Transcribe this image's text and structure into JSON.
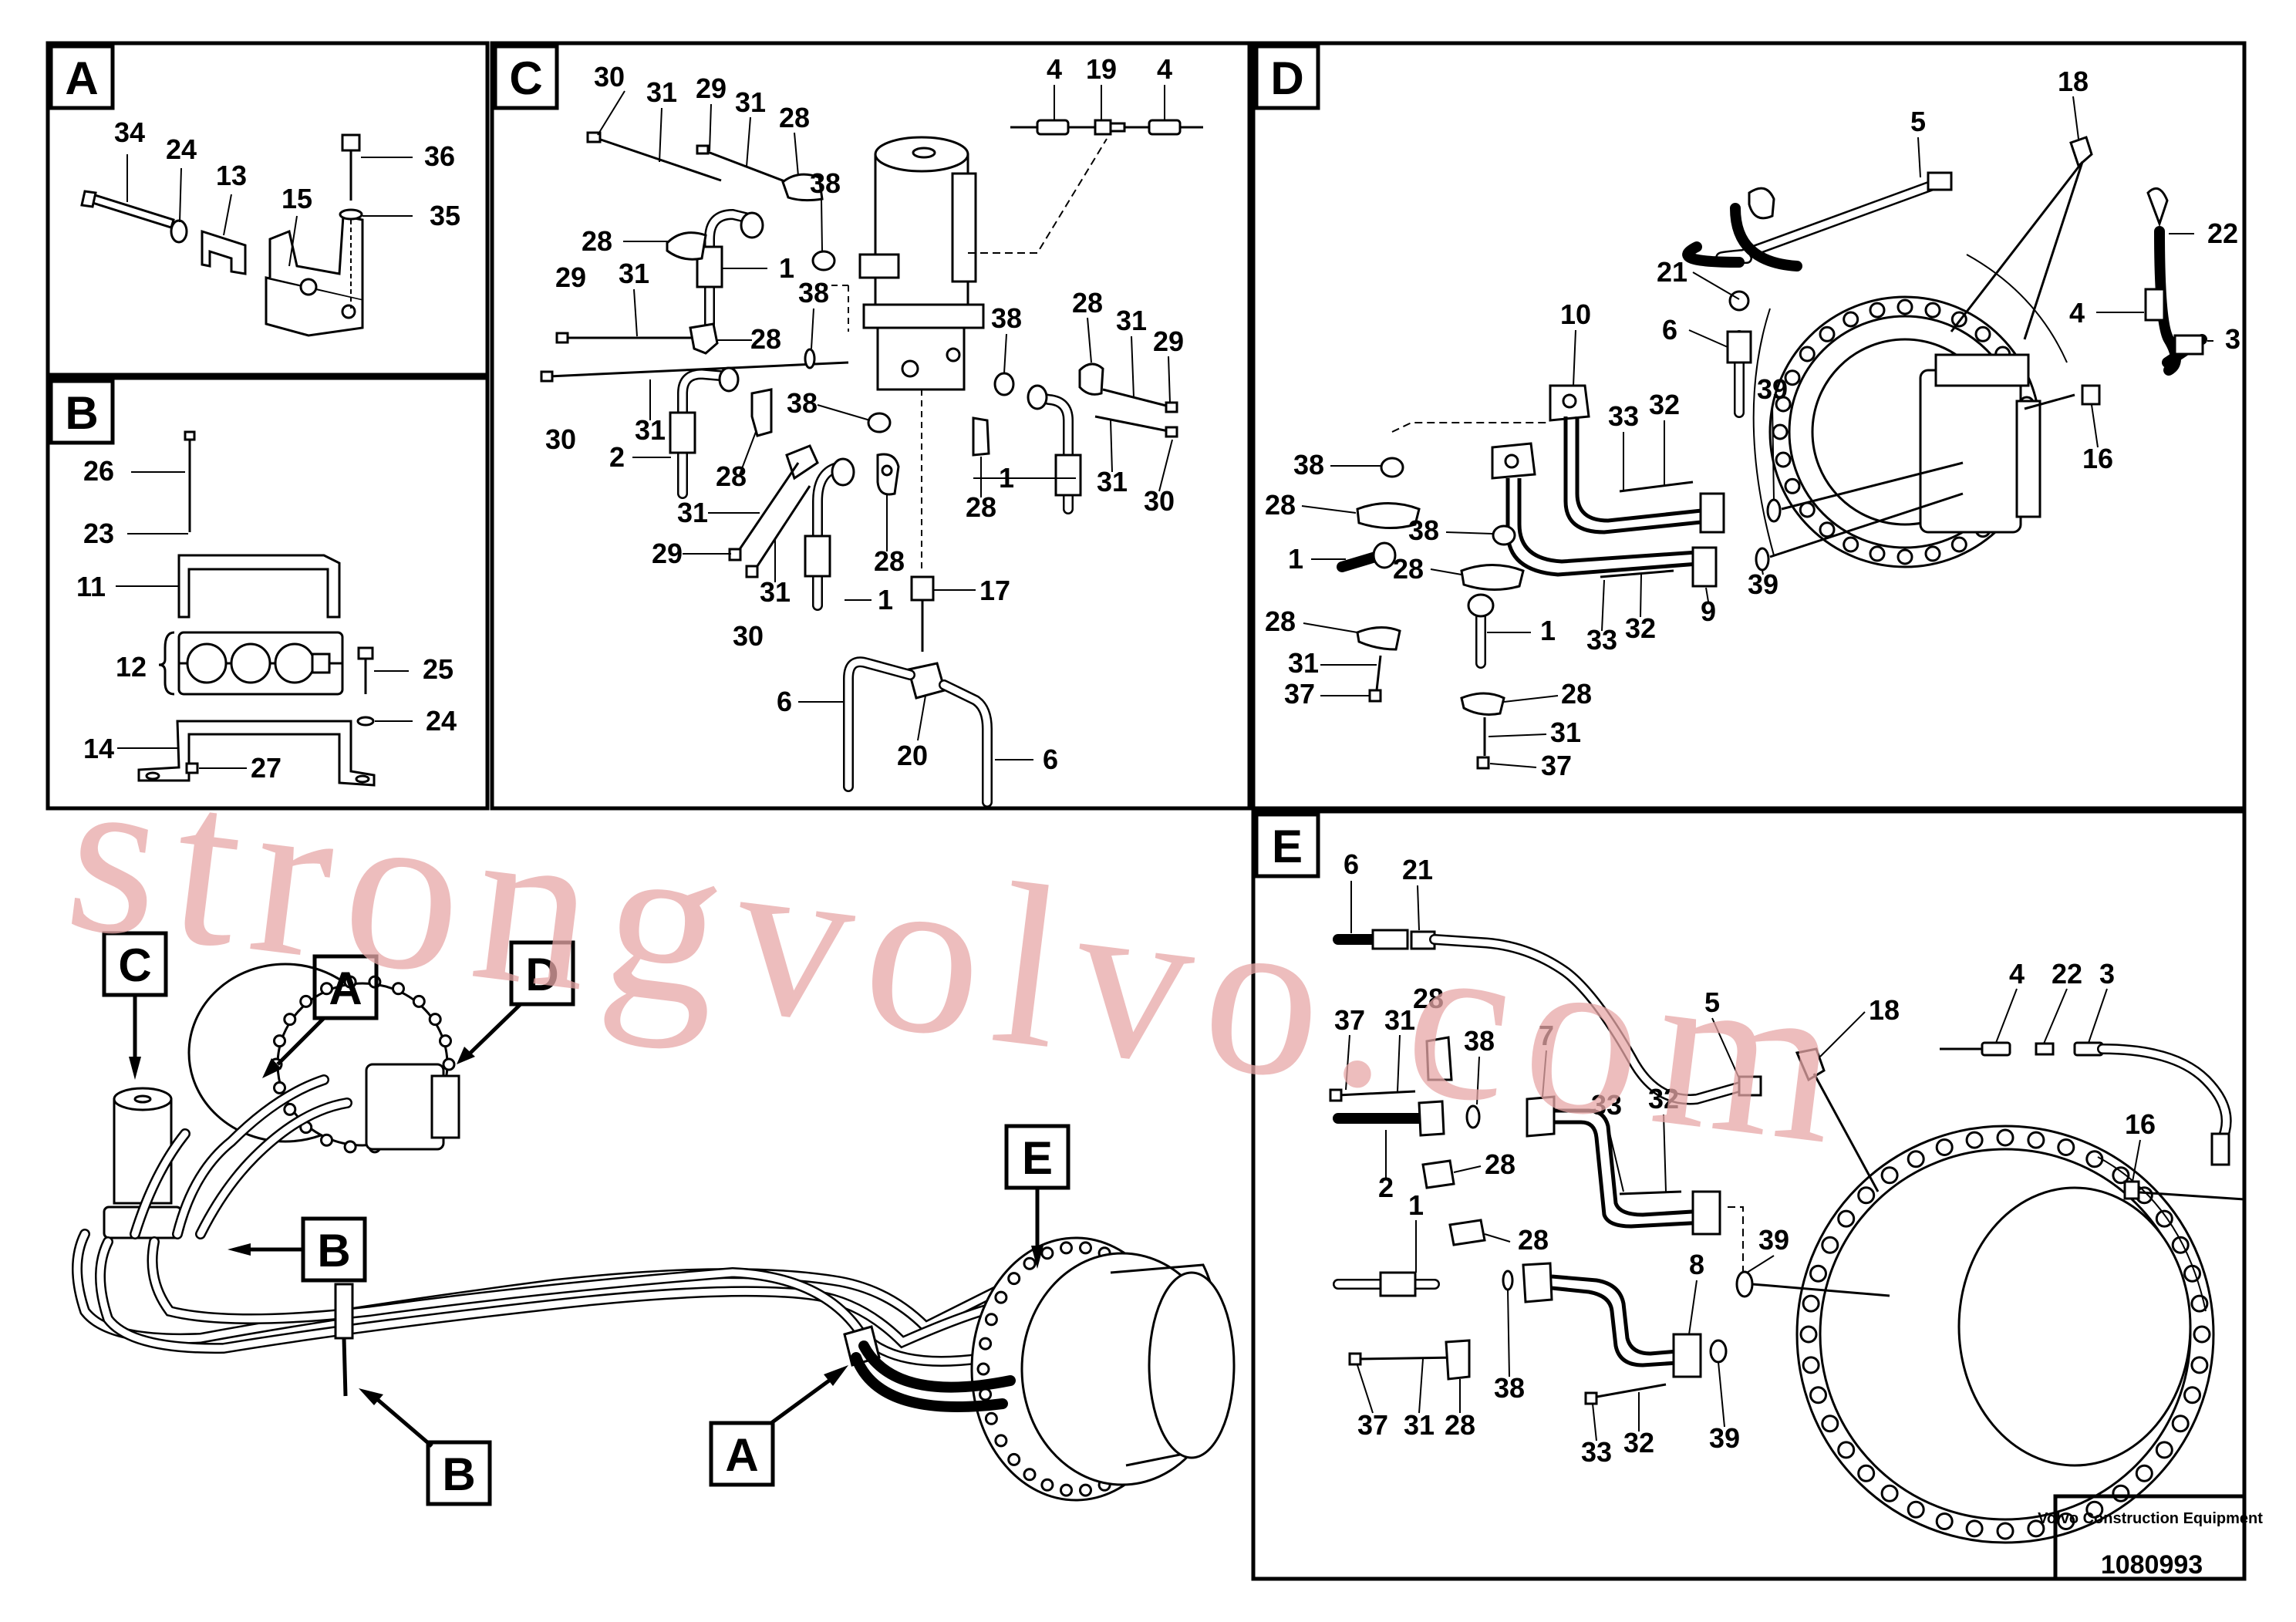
{
  "panels": {
    "A": {
      "letter": "A",
      "labels": {
        "l34": "34",
        "l24": "24",
        "l13": "13",
        "l15": "15",
        "l36": "36",
        "l35": "35"
      }
    },
    "B": {
      "letter": "B",
      "labels": {
        "l26": "26",
        "l23": "23",
        "l11": "11",
        "l12": "12",
        "l25": "25",
        "l24": "24",
        "l14": "14",
        "l27": "27"
      }
    },
    "C": {
      "letter": "C",
      "labels": {
        "a": "30",
        "b": "31",
        "c": "29",
        "d": "31",
        "e": "28",
        "f": "38",
        "g": "4",
        "h": "19",
        "i": "4",
        "j": "28",
        "k": "1",
        "l": "29",
        "m": "31",
        "n": "38",
        "o": "28",
        "p": "38",
        "q": "28",
        "r": "31",
        "s": "29",
        "t": "30",
        "u": "31",
        "v": "2",
        "w": "38",
        "x": "28",
        "y": "1",
        "z": "31",
        "aa": "30",
        "ab": "28",
        "ac": "31",
        "ad": "29",
        "ae": "31",
        "af": "30",
        "ag": "28",
        "ah": "1",
        "ai": "17",
        "aj": "6",
        "ak": "20",
        "al": "6"
      }
    },
    "D": {
      "letter": "D",
      "labels": {
        "a": "18",
        "b": "5",
        "c": "22",
        "d": "21",
        "e": "4",
        "f": "3",
        "g": "10",
        "h": "6",
        "i": "39",
        "j": "33",
        "k": "32",
        "l": "38",
        "m": "16",
        "n": "28",
        "o": "38",
        "p": "1",
        "q": "28",
        "r": "39",
        "s": "9",
        "t": "33",
        "u": "32",
        "v": "28",
        "w": "1",
        "x": "31",
        "y": "37",
        "z": "28",
        "aa": "31",
        "ab": "37"
      }
    },
    "E": {
      "letter": "E",
      "labels": {
        "a": "6",
        "b": "21",
        "c": "5",
        "d": "18",
        "e": "4",
        "f": "22",
        "g": "3",
        "h": "37",
        "i": "31",
        "j": "28",
        "k": "38",
        "l": "7",
        "m": "33",
        "n": "32",
        "o": "2",
        "p": "28",
        "q": "16",
        "r": "1",
        "s": "28",
        "t": "39",
        "u": "8",
        "v": "37",
        "w": "31",
        "x": "28",
        "y": "38",
        "z": "33",
        "aa": "32",
        "ab": "39"
      }
    }
  },
  "overview": {
    "callouts": {
      "c": "C",
      "a1": "A",
      "d": "D",
      "b1": "B",
      "e": "E",
      "b2": "B",
      "a2": "A"
    }
  },
  "watermark": "strongvolvo.com",
  "footer": {
    "company": "Volvo Construction Equipment",
    "drawing_number": "1080993"
  }
}
